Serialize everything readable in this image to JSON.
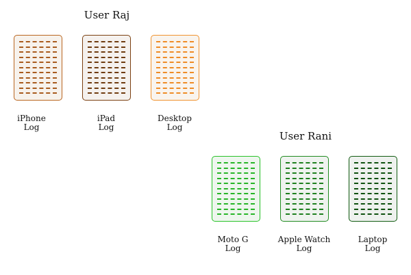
{
  "groups": [
    {
      "title": "User Raj",
      "devices": [
        {
          "name": "iPhone",
          "suffix": "Log",
          "border": "#b9651f",
          "fill": "#f7f2ec",
          "line": "#a85a1c"
        },
        {
          "name": "iPad",
          "suffix": "Log",
          "border": "#7a3f10",
          "fill": "#f5f1ee",
          "line": "#6f3a0e"
        },
        {
          "name": "Desktop",
          "suffix": "Log",
          "border": "#f0922e",
          "fill": "#f9f4ee",
          "line": "#ef8b25"
        }
      ]
    },
    {
      "title": "User Rani",
      "devices": [
        {
          "name": "Moto G",
          "suffix": "Log",
          "border": "#27c227",
          "fill": "#eef6ee",
          "line": "#25b525"
        },
        {
          "name": "Apple Watch",
          "suffix": "Log",
          "border": "#1f8a1f",
          "fill": "#eff3ef",
          "line": "#1d7f1d"
        },
        {
          "name": "Laptop",
          "suffix": "Log",
          "border": "#0f5a0f",
          "fill": "#eef1ee",
          "line": "#0d500d"
        }
      ]
    }
  ]
}
